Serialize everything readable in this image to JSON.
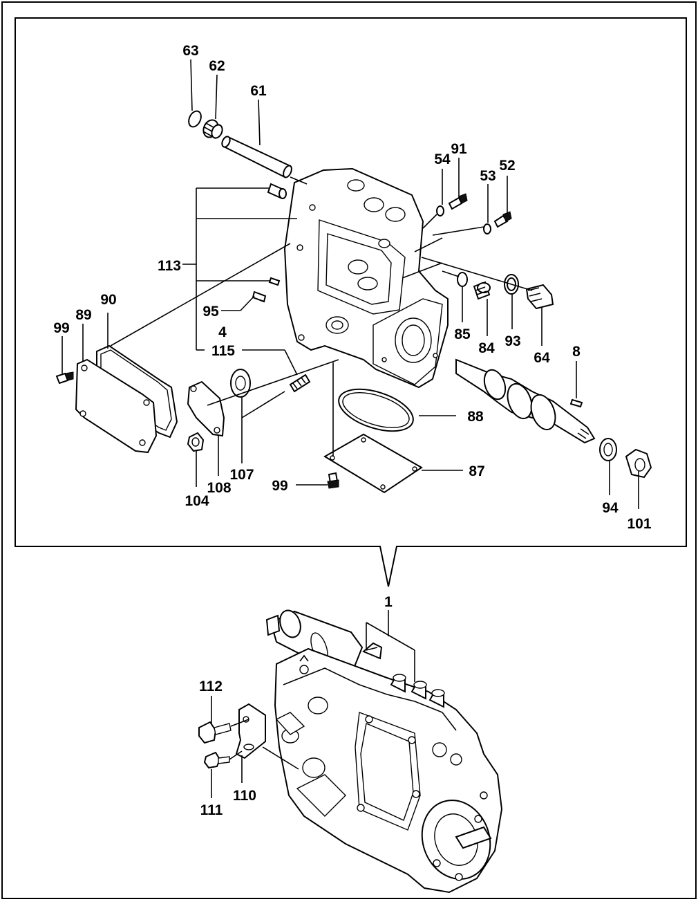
{
  "diagram": {
    "callouts": {
      "c1": "1",
      "c4": "4",
      "c8": "8",
      "c52": "52",
      "c53": "53",
      "c54": "54",
      "c61": "61",
      "c62": "62",
      "c63": "63",
      "c64": "64",
      "c84": "84",
      "c85": "85",
      "c87": "87",
      "c88": "88",
      "c89": "89",
      "c90": "90",
      "c91": "91",
      "c93": "93",
      "c94": "94",
      "c95": "95",
      "c99a": "99",
      "c99b": "99",
      "c101": "101",
      "c104": "104",
      "c107": "107",
      "c108": "108",
      "c110": "110",
      "c111": "111",
      "c112": "112",
      "c113": "113",
      "c115": "115"
    }
  }
}
